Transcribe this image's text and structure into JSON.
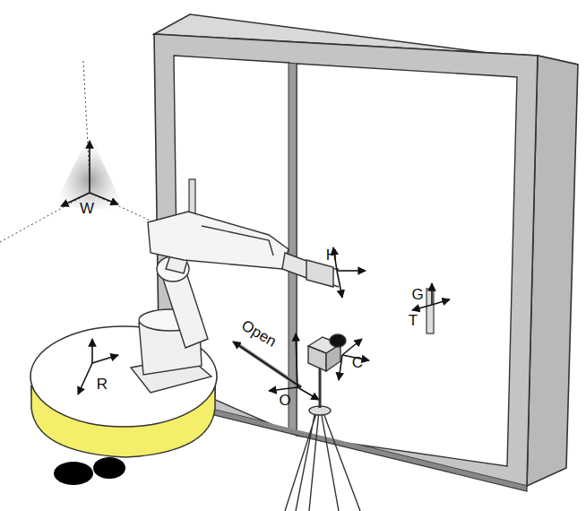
{
  "diagram": {
    "labels": [
      "W",
      "H",
      "G",
      "T",
      "Open",
      "R",
      "C",
      "O"
    ]
  }
}
